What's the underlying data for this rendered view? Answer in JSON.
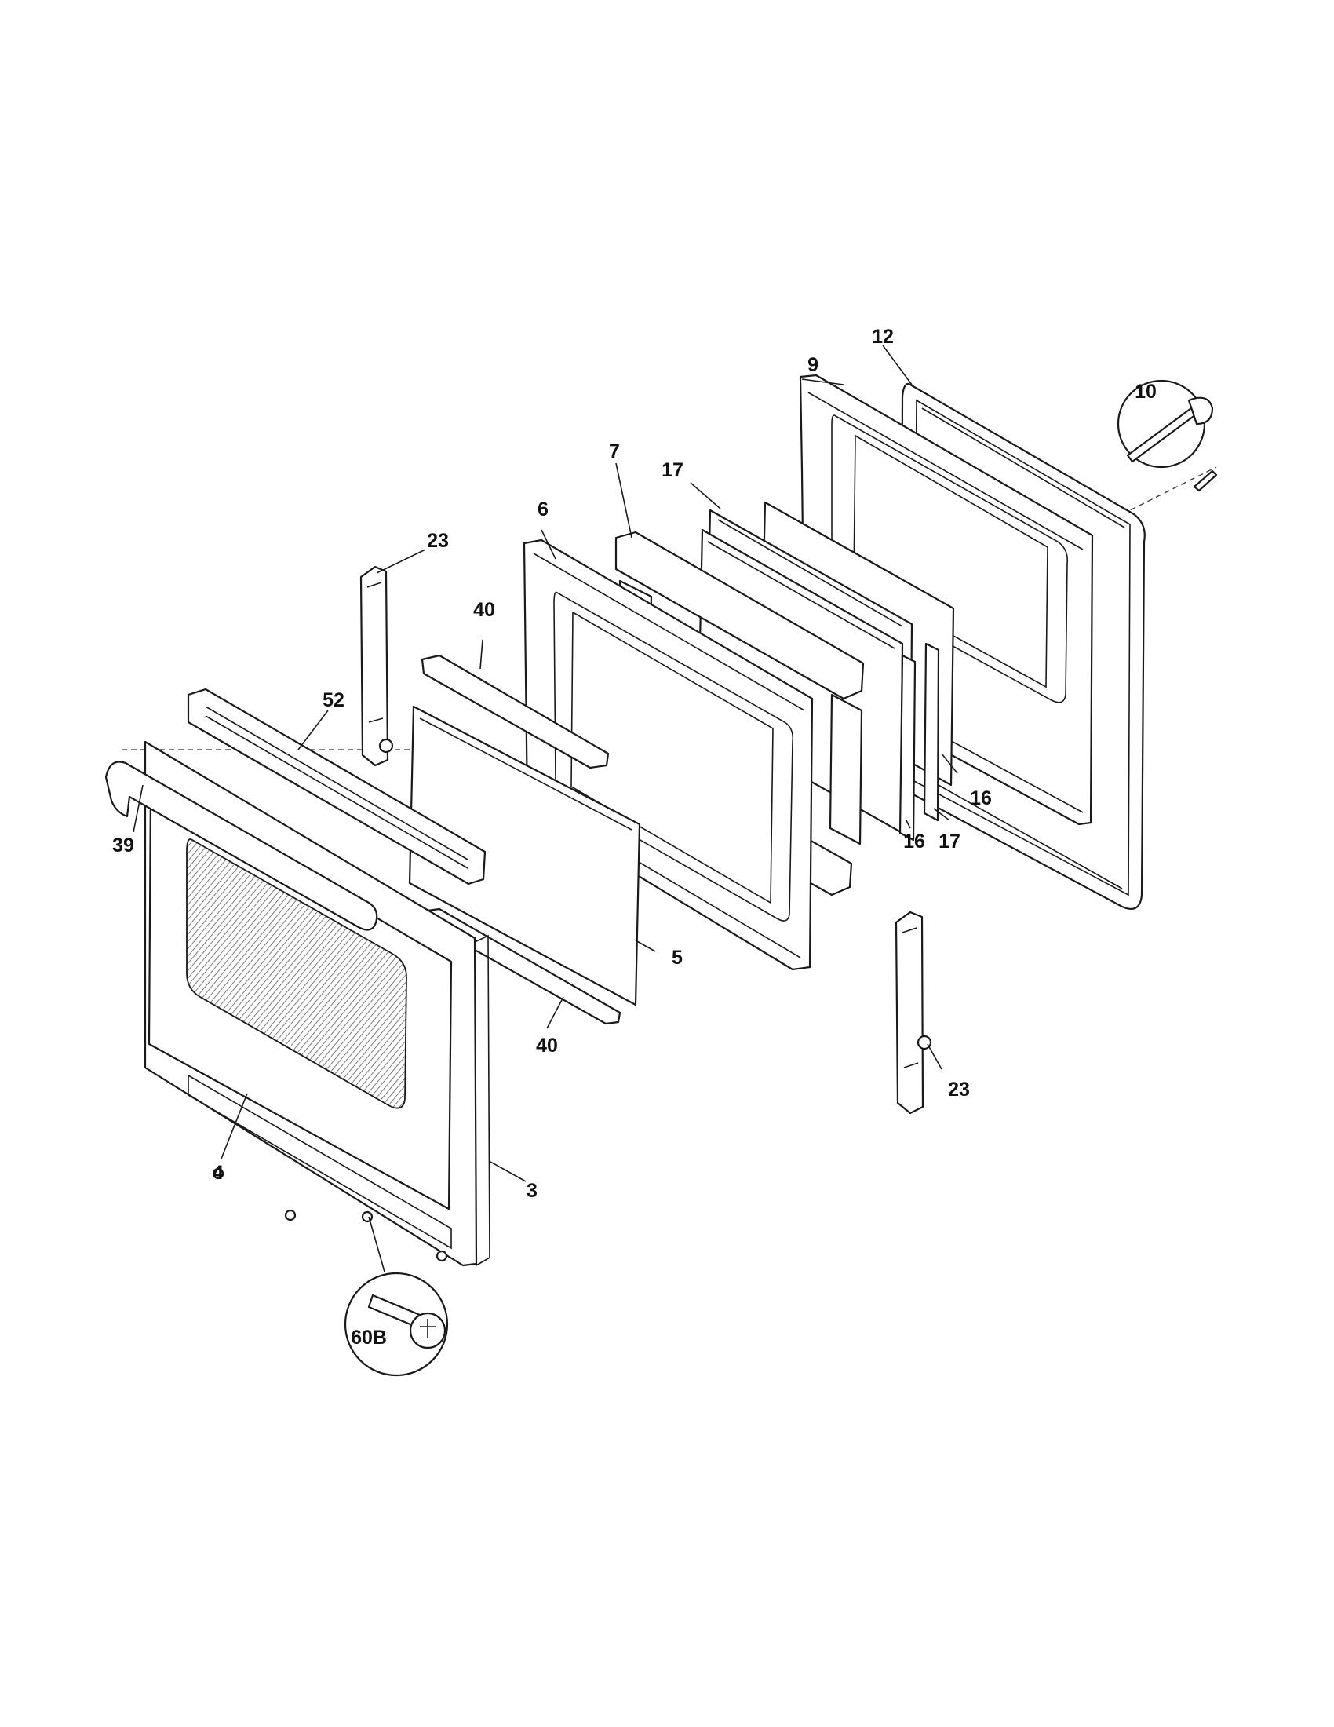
{
  "callouts": {
    "p3": "3",
    "p4": "4",
    "p5": "5",
    "p6": "6",
    "p7": "7",
    "p9": "9",
    "p10": "10",
    "p12": "12",
    "p16a": "16",
    "p16b": "16",
    "p17a": "17",
    "p17b": "17",
    "p23a": "23",
    "p23b": "23",
    "p39": "39",
    "p40a": "40",
    "p40b": "40",
    "p52": "52",
    "p60b": "60B"
  }
}
